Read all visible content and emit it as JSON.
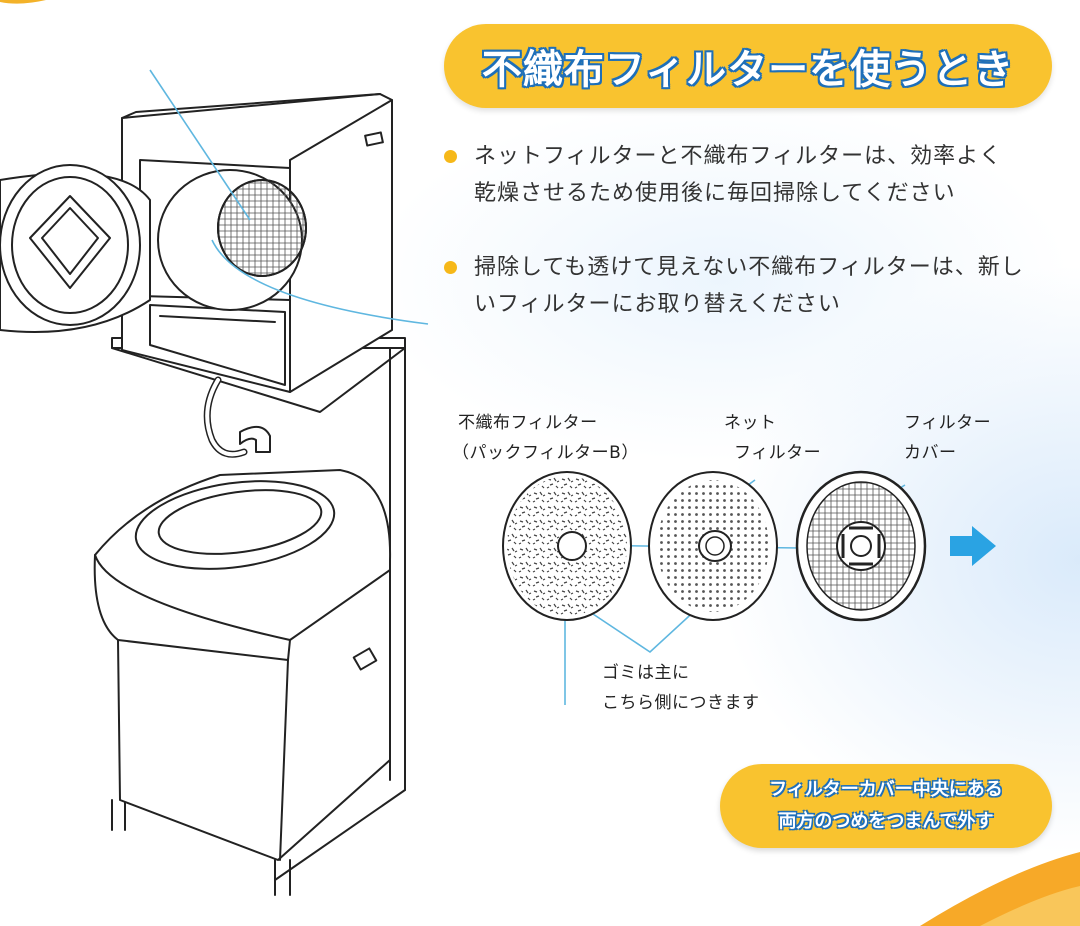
{
  "title": "不織布フィルターを使うとき",
  "bullets": [
    {
      "lines": [
        "ネットフィルターと不織布フィルターは、効率よく",
        "乾燥させるため使用後に毎回掃除してください"
      ]
    },
    {
      "lines": [
        "掃除しても透けて見えない不織布フィルターは、新し",
        "いフィルターにお取り替えください"
      ]
    }
  ],
  "labels": {
    "nonwoven_1": "不織布フィルター",
    "nonwoven_2": "（パックフィルターB）",
    "net_1": "ネット",
    "net_2": "フィルター",
    "cover_1": "フィルター",
    "cover_2": "カバー",
    "dust_1": "ゴミは主に",
    "dust_2": "こちら側につきます"
  },
  "note": {
    "line1": "フィルターカバー中央にある",
    "line2": "両方のつめをつまんで外す"
  },
  "colors": {
    "accent_yellow": "#f9c32f",
    "outline_blue": "#1e6fb9",
    "leader_blue": "#5fb7e0",
    "arrow_blue": "#2aa3e3"
  }
}
